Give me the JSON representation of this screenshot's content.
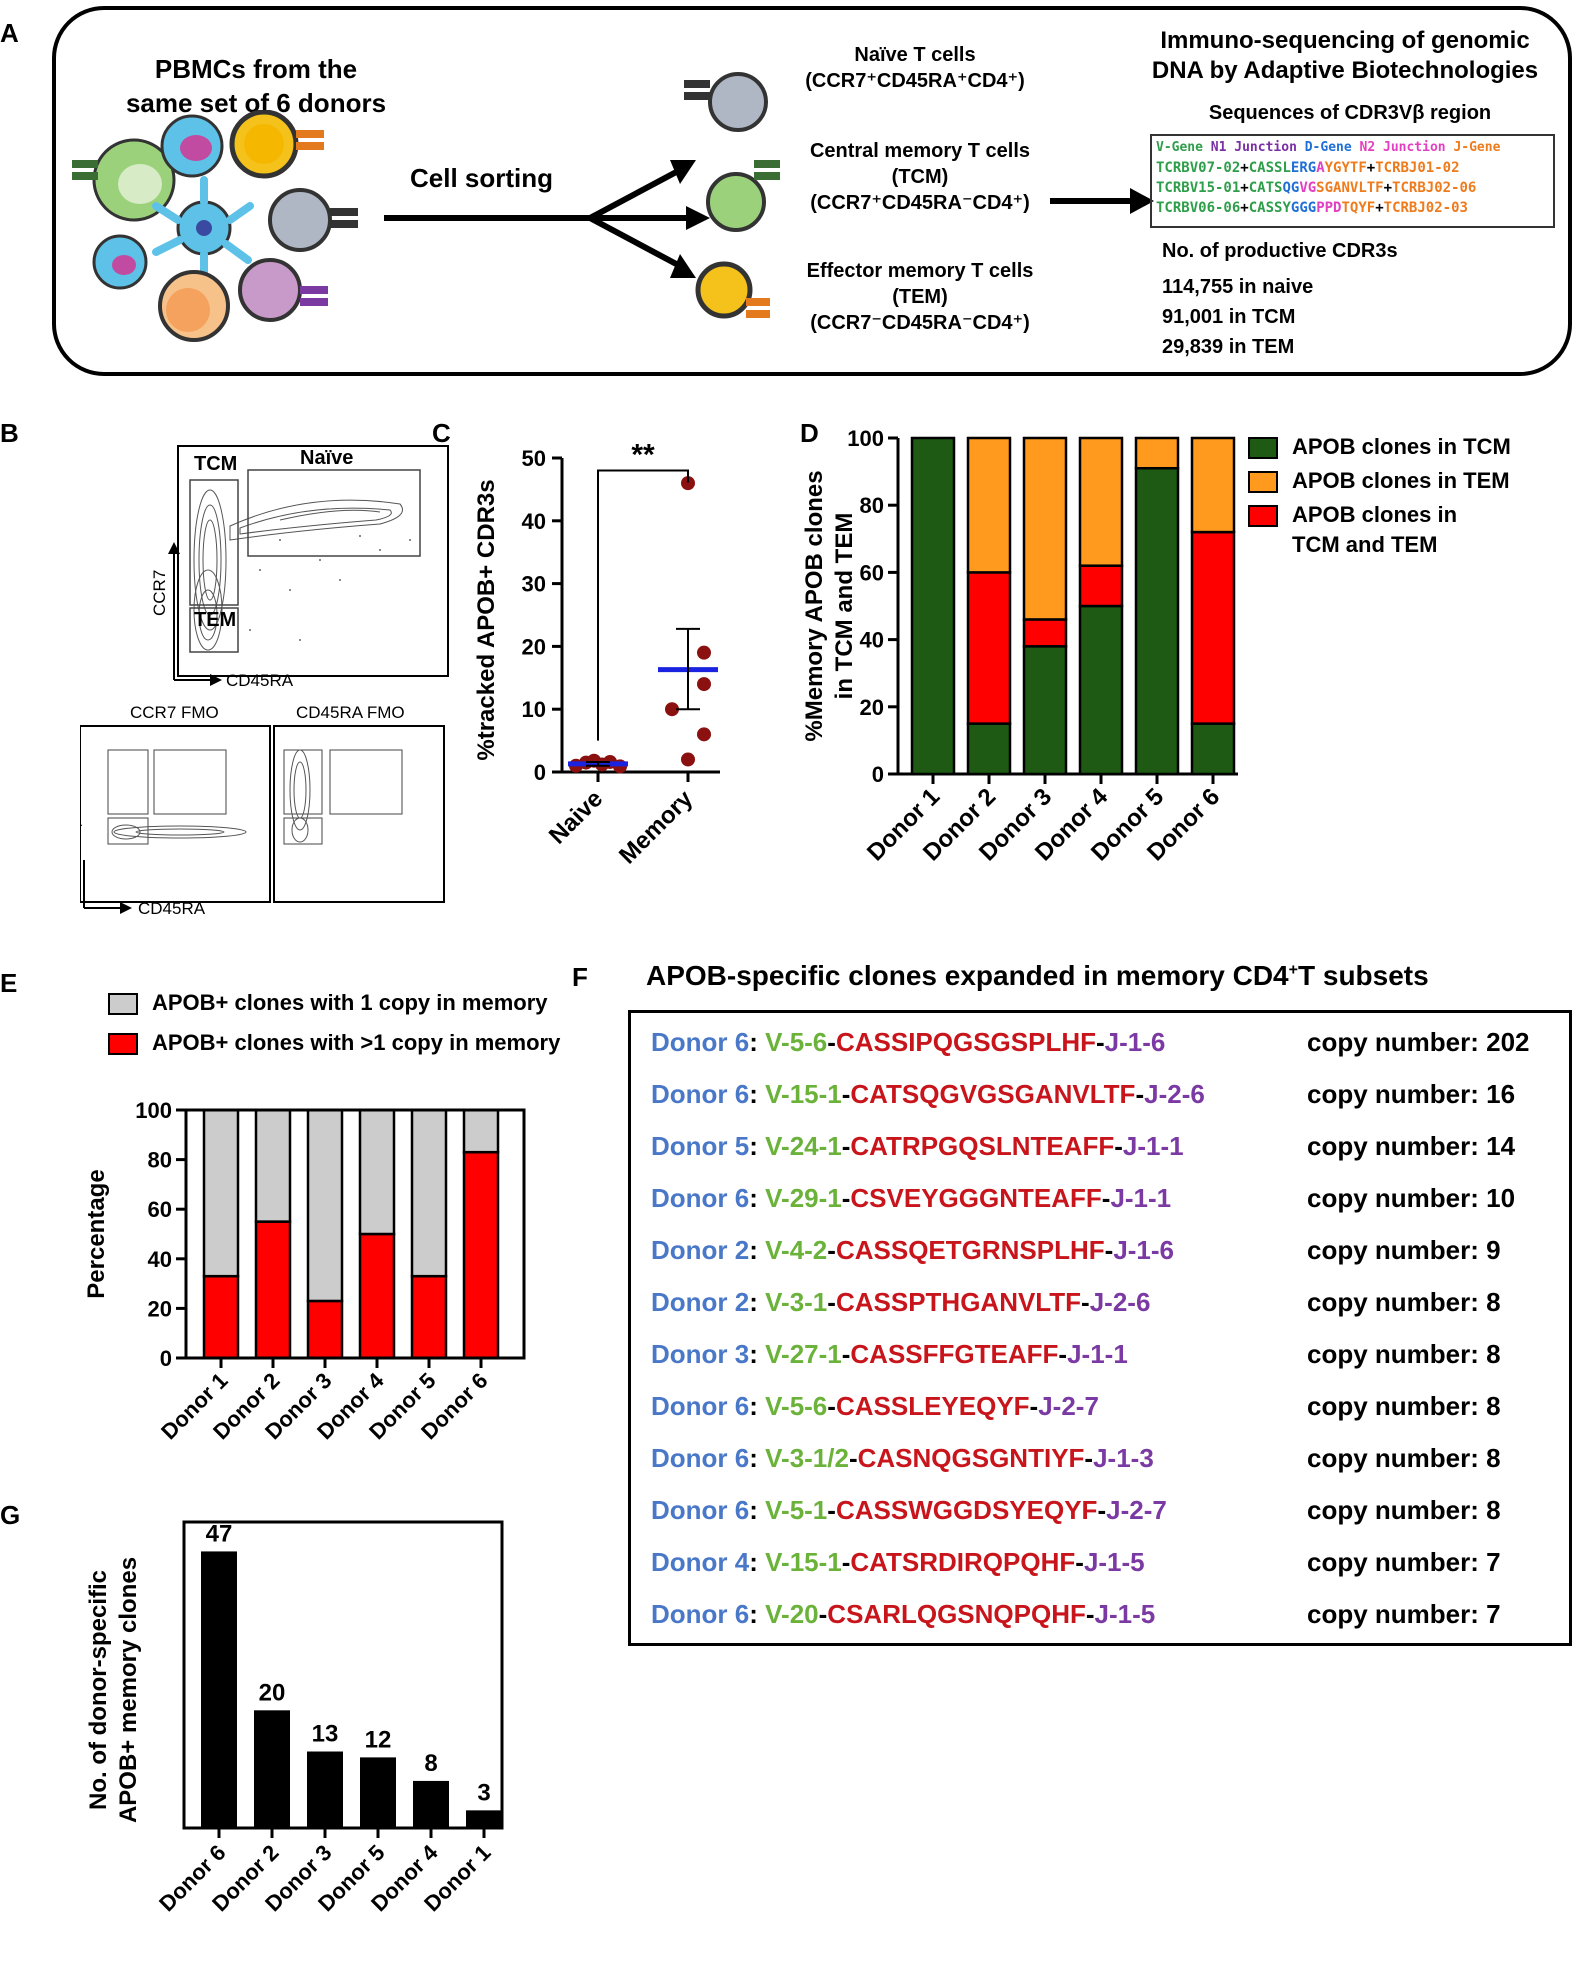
{
  "panel_labels": {
    "a": "A",
    "b": "B",
    "c": "C",
    "d": "D",
    "e": "E",
    "f": "F",
    "g": "G"
  },
  "panel_a": {
    "pbmc_title_1": "PBMCs from the",
    "pbmc_title_2": "same set of 6 donors",
    "cell_sorting": "Cell sorting",
    "naive_1": "Naïve T cells",
    "naive_2": "(CCR7⁺CD45RA⁺CD4⁺)",
    "tcm_1": "Central memory T cells",
    "tcm_2": "(TCM)",
    "tcm_3": "(CCR7⁺CD45RA⁻CD4⁺)",
    "tem_1": "Effector memory T cells",
    "tem_2": "(TEM)",
    "tem_3": "(CCR7⁻CD45RA⁻CD4⁺)",
    "immuno_1": "Immuno-sequencing of genomic",
    "immuno_2": "DNA by Adaptive Biotechnologies",
    "seq_title": "Sequences of CDR3Vβ region",
    "seq_legend": {
      "v": "V-Gene",
      "n1": "N1 Junction",
      "d": "D-Gene",
      "n2": "N2 Junction",
      "j": "J-Gene"
    },
    "seq_rows": [
      {
        "v": "TCRBV07-02",
        "p1": "+",
        "a": "CASSL",
        "b": "ERG",
        "c": "A",
        "d": "YGYTF",
        "p2": "+",
        "j": "TCRBJ01-02"
      },
      {
        "v": "TCRBV15-01",
        "p1": "+",
        "a": "CATS",
        "b": "QG",
        "c": "VG",
        "d": "SGANVLTF",
        "p2": "+",
        "j": "TCRBJ02-06"
      },
      {
        "v": "TCRBV06-06",
        "p1": "+",
        "a": "CASSY",
        "b": "GGG",
        "c": "PPD",
        "d": "TQYF",
        "p2": "+",
        "j": "TCRBJ02-03"
      }
    ],
    "productive_title": "No. of productive CDR3s",
    "productive": [
      "114,755 in naive",
      "91,001 in TCM",
      "29,839 in TEM"
    ]
  },
  "panel_b": {
    "tcm": "TCM",
    "naive": "Naïve",
    "tem": "TEM",
    "ccr7": "CCR7",
    "cd45ra": "CD45RA",
    "ccr7_fmo": "CCR7 FMO",
    "cd45ra_fmo": "CD45RA FMO"
  },
  "chart_data": [
    {
      "id": "C",
      "type": "scatter",
      "ylabel": "%tracked APOB+ CDR3s",
      "ylim": [
        0,
        50
      ],
      "yticks": [
        0,
        10,
        20,
        30,
        40,
        50
      ],
      "categories": [
        "Naive",
        "Memory"
      ],
      "points": {
        "Naive": [
          1.0,
          1.5,
          1.8,
          1.2,
          1.6,
          0.9
        ],
        "Memory": [
          46,
          14,
          10,
          6,
          2,
          19
        ]
      },
      "mean": [
        1.3,
        16.3
      ],
      "sem_upper": [
        1.6,
        22.8
      ],
      "sem_lower": [
        1.0,
        10.0
      ],
      "significance": "**"
    },
    {
      "id": "D",
      "type": "bar",
      "stacked": true,
      "ylabel_1": "%Memory APOB clones",
      "ylabel_2": "in TCM and TEM",
      "ylim": [
        0,
        100
      ],
      "yticks": [
        0,
        20,
        40,
        60,
        80,
        100
      ],
      "categories": [
        "Donor 1",
        "Donor 2",
        "Donor 3",
        "Donor 4",
        "Donor 5",
        "Donor 6"
      ],
      "series": [
        {
          "name": "APOB clones in TCM",
          "color": "#1e5a14",
          "values": [
            100,
            15,
            38,
            50,
            91,
            15
          ]
        },
        {
          "name": "APOB clones in TCM and TEM",
          "color": "#ff0000",
          "values": [
            0,
            45,
            8,
            12,
            0,
            57
          ]
        },
        {
          "name": "APOB clones in TEM",
          "color": "#ff9a1f",
          "values": [
            0,
            40,
            54,
            38,
            9,
            28
          ]
        }
      ],
      "legend": [
        {
          "label": "APOB clones in TCM",
          "color": "#1e5a14"
        },
        {
          "label": "APOB clones in TEM",
          "color": "#ff9a1f"
        },
        {
          "label_1": "APOB clones in",
          "label_2": "TCM and TEM",
          "color": "#ff0000"
        }
      ],
      "legend_position": "right"
    },
    {
      "id": "E",
      "type": "bar",
      "stacked": true,
      "ylabel": "Percentage",
      "ylim": [
        0,
        100
      ],
      "yticks": [
        0,
        20,
        40,
        60,
        80,
        100
      ],
      "categories": [
        "Donor 1",
        "Donor 2",
        "Donor 3",
        "Donor 4",
        "Donor 5",
        "Donor 6"
      ],
      "series": [
        {
          "name": "APOB+ clones with >1 copy in memory",
          "color": "#ff0000",
          "values": [
            33,
            55,
            23,
            50,
            33,
            83
          ]
        },
        {
          "name": "APOB+ clones with 1 copy in memory",
          "color": "#cccccc",
          "values": [
            67,
            45,
            77,
            50,
            67,
            17
          ]
        }
      ],
      "legend": [
        {
          "label": "APOB+ clones with 1 copy in memory",
          "color": "#cccccc"
        },
        {
          "label": "APOB+ clones with >1 copy in memory",
          "color": "#ff0000"
        }
      ],
      "legend_position": "top"
    },
    {
      "id": "G",
      "type": "bar",
      "ylabel_1": "No. of donor-specific",
      "ylabel_2": "APOB+ memory clones",
      "ylim": [
        0,
        52
      ],
      "categories": [
        "Donor 6",
        "Donor 2",
        "Donor 3",
        "Donor 5",
        "Donor 4",
        "Donor 1"
      ],
      "values": [
        47,
        20,
        13,
        12,
        8,
        3
      ],
      "color": "#000000"
    }
  ],
  "panel_f": {
    "title": "APOB-specific clones expanded in memory CD4",
    "title_sup": "+",
    "title_end": "T subsets",
    "rows": [
      {
        "donor": "Donor 6",
        "v": "V-5-6",
        "cdr3": "CASSIPQGSGSPLHF",
        "j": "J-1-6",
        "copy": "copy number: 202"
      },
      {
        "donor": "Donor 6",
        "v": "V-15-1",
        "cdr3": "CATSQGVGSGANVLTF",
        "j": "J-2-6",
        "copy": "copy number: 16"
      },
      {
        "donor": "Donor 5",
        "v": "V-24-1",
        "cdr3": "CATRPGQSLNTEAFF",
        "j": "J-1-1",
        "copy": "copy number: 14"
      },
      {
        "donor": "Donor 6",
        "v": "V-29-1",
        "cdr3": "CSVEYGGGNTEAFF",
        "j": "J-1-1",
        "copy": "copy number: 10"
      },
      {
        "donor": "Donor 2",
        "v": "V-4-2",
        "cdr3": "CASSQETGRNSPLHF",
        "j": "J-1-6",
        "copy": "copy number: 9"
      },
      {
        "donor": "Donor 2",
        "v": "V-3-1",
        "cdr3": "CASSPTHGANVLTF",
        "j": "J-2-6",
        "copy": "copy number: 8"
      },
      {
        "donor": "Donor 3",
        "v": "V-27-1",
        "cdr3": "CASSFFGTEAFF",
        "j": "J-1-1",
        "copy": "copy number: 8"
      },
      {
        "donor": "Donor 6",
        "v": "V-5-6",
        "cdr3": "CASSLEYEQYF",
        "j": "J-2-7",
        "copy": "copy number: 8"
      },
      {
        "donor": "Donor 6",
        "v": "V-3-1/2",
        "cdr3": "CASNQGSGNTIYF",
        "j": "J-1-3",
        "copy": "copy number: 8"
      },
      {
        "donor": "Donor 6",
        "v": "V-5-1",
        "cdr3": "CASSWGGDSYEQYF",
        "j": "J-2-7",
        "copy": "copy number: 8"
      },
      {
        "donor": "Donor 4",
        "v": "V-15-1",
        "cdr3": "CATSRDIRQPQHF",
        "j": "J-1-5",
        "copy": "copy number: 7"
      },
      {
        "donor": "Donor 6",
        "v": "V-20",
        "cdr3": "CSARLQGSNQPQHF",
        "j": "J-1-5",
        "copy": "copy number: 7"
      }
    ]
  }
}
